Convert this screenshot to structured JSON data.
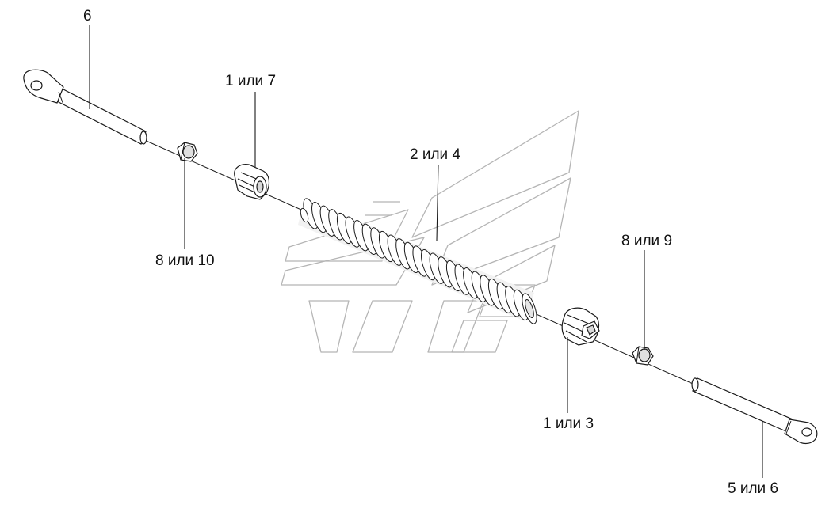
{
  "labels": {
    "rod_eye_top": "6",
    "bushing_top": "1 или 7",
    "spring": "2 или 4",
    "nut_top": "8 или 10",
    "nut_bottom": "8 или 9",
    "bushing_bottom": "1 или 3",
    "rod_eye_bottom": "5 или 6"
  },
  "colors": {
    "line": "#1a1a1a",
    "watermark": "#b8b8b8",
    "part_fill": "#ffffff",
    "part_shade": "#d9d9d9"
  }
}
